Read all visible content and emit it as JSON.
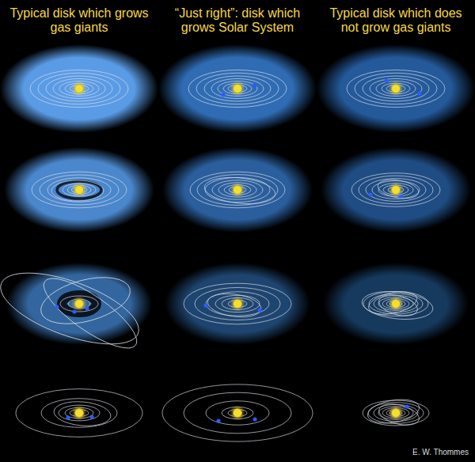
{
  "diagram": {
    "labels": [
      "Typical disk which grows gas giants",
      "“Just right”: disk which grows Solar System",
      "Typical disk which does not grow gas giants",
      "E. W. Thommes"
    ]
  }
}
